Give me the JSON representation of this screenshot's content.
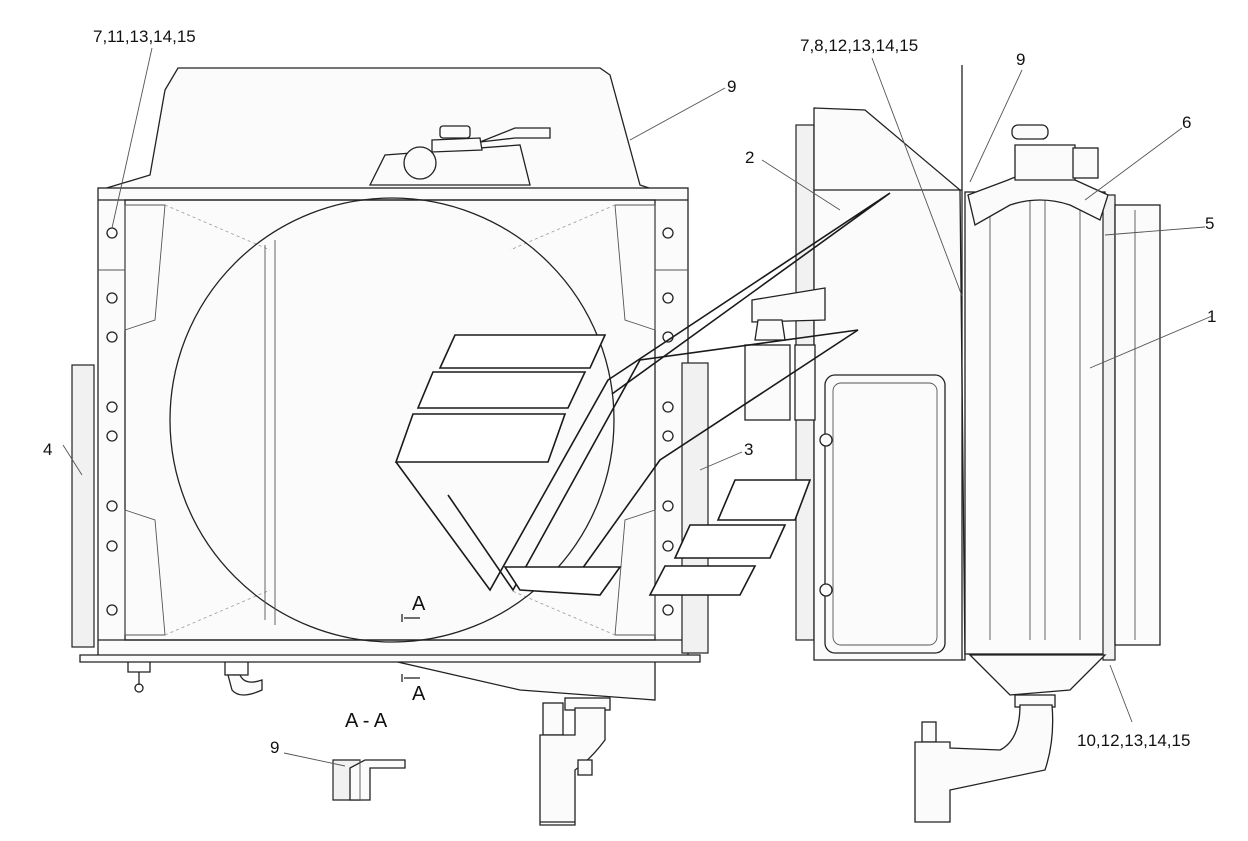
{
  "drawing": {
    "callouts": [
      {
        "id": "c-left-top",
        "text": "7,11,13,14,15"
      },
      {
        "id": "c-left-9",
        "text": "9"
      },
      {
        "id": "c-left-4",
        "text": "4"
      },
      {
        "id": "c-left-3",
        "text": "3"
      },
      {
        "id": "c-left-2",
        "text": "2"
      },
      {
        "id": "c-right-top",
        "text": "7,8,12,13,14,15"
      },
      {
        "id": "c-right-9",
        "text": "9"
      },
      {
        "id": "c-right-6",
        "text": "6"
      },
      {
        "id": "c-right-5",
        "text": "5"
      },
      {
        "id": "c-right-1",
        "text": "1"
      },
      {
        "id": "c-right-bottom",
        "text": "10,12,13,14,15"
      },
      {
        "id": "c-detail-9",
        "text": "9"
      }
    ],
    "section": {
      "marker_top": "A",
      "marker_bottom": "A",
      "title": "A - A"
    }
  }
}
